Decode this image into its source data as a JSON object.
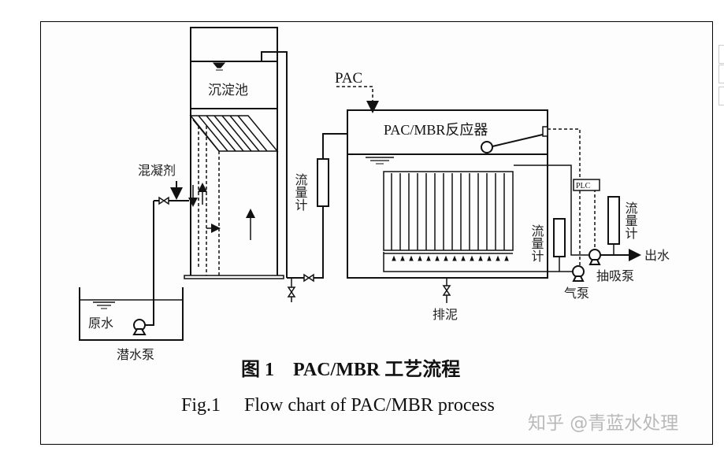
{
  "diagram": {
    "labels": {
      "settling_tank": "沉淀池",
      "coagulant": "混凝剂",
      "raw_water": "原水",
      "submersible_pump": "潜水泵",
      "flowmeter_1": "流量计",
      "pac": "PAC",
      "reactor": "PAC/MBR反应器",
      "plc": "PLC",
      "flowmeter_2": "流量计",
      "flowmeter_3": "流量计",
      "effluent": "出水",
      "suction_pump": "抽吸泵",
      "air_pump": "气泵",
      "sludge_discharge": "排泥"
    },
    "caption": {
      "zh": "图 1　PAC/MBR 工艺流程",
      "en": "Fig.1　 Flow chart of PAC/MBR process"
    },
    "watermark": "知乎 @青蓝水处理"
  }
}
